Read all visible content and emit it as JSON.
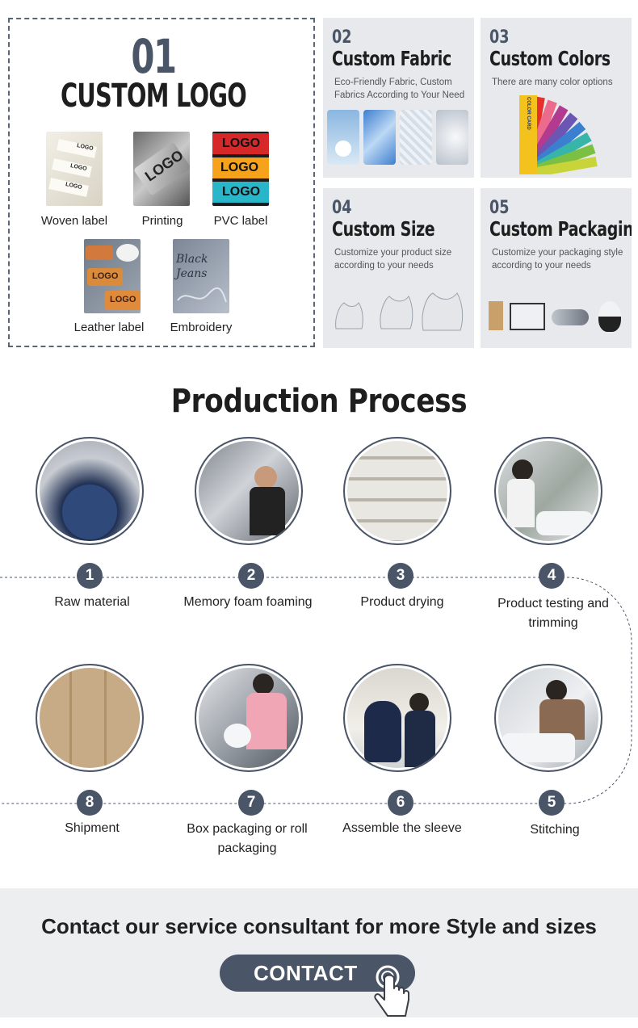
{
  "custom_logo": {
    "number": "01",
    "title": "CUSTOM LOGO",
    "samples": [
      {
        "label": "Woven label",
        "text": "LOGO"
      },
      {
        "label": "Printing",
        "text": "LOGO"
      },
      {
        "label": "PVC label",
        "text": "LOGO"
      },
      {
        "label": "Leather label",
        "text": "LOGO"
      },
      {
        "label": "Embroidery",
        "text": "Black Jeans"
      }
    ]
  },
  "cards": [
    {
      "number": "02",
      "title": "Custom Fabric",
      "description": "Eco-Friendly Fabric, Custom Fabrics According to Your Need"
    },
    {
      "number": "03",
      "title": "Custom Colors",
      "description": "There are many color options",
      "swatch_text": "COLOR CARD"
    },
    {
      "number": "04",
      "title": "Custom Size",
      "description": "Customize your product size according to your needs"
    },
    {
      "number": "05",
      "title": "Custom Packaging",
      "description": "Customize your packaging style according to your needs"
    }
  ],
  "process": {
    "heading": "Production Process",
    "steps": [
      {
        "number": "1",
        "label": "Raw material"
      },
      {
        "number": "2",
        "label": "Memory foam foaming"
      },
      {
        "number": "3",
        "label": "Product drying"
      },
      {
        "number": "4",
        "label": "Product testing and trimming"
      },
      {
        "number": "5",
        "label": "Stitching"
      },
      {
        "number": "6",
        "label": "Assemble the sleeve"
      },
      {
        "number": "7",
        "label": "Box packaging or roll packaging"
      },
      {
        "number": "8",
        "label": "Shipment"
      }
    ]
  },
  "contact": {
    "text": "Contact our service consultant for more Style and sizes",
    "button_label": "CONTACT"
  },
  "colors": {
    "accent": "#4a5568",
    "card_bg": "#e8e9ec",
    "band_bg": "#eceef0"
  }
}
